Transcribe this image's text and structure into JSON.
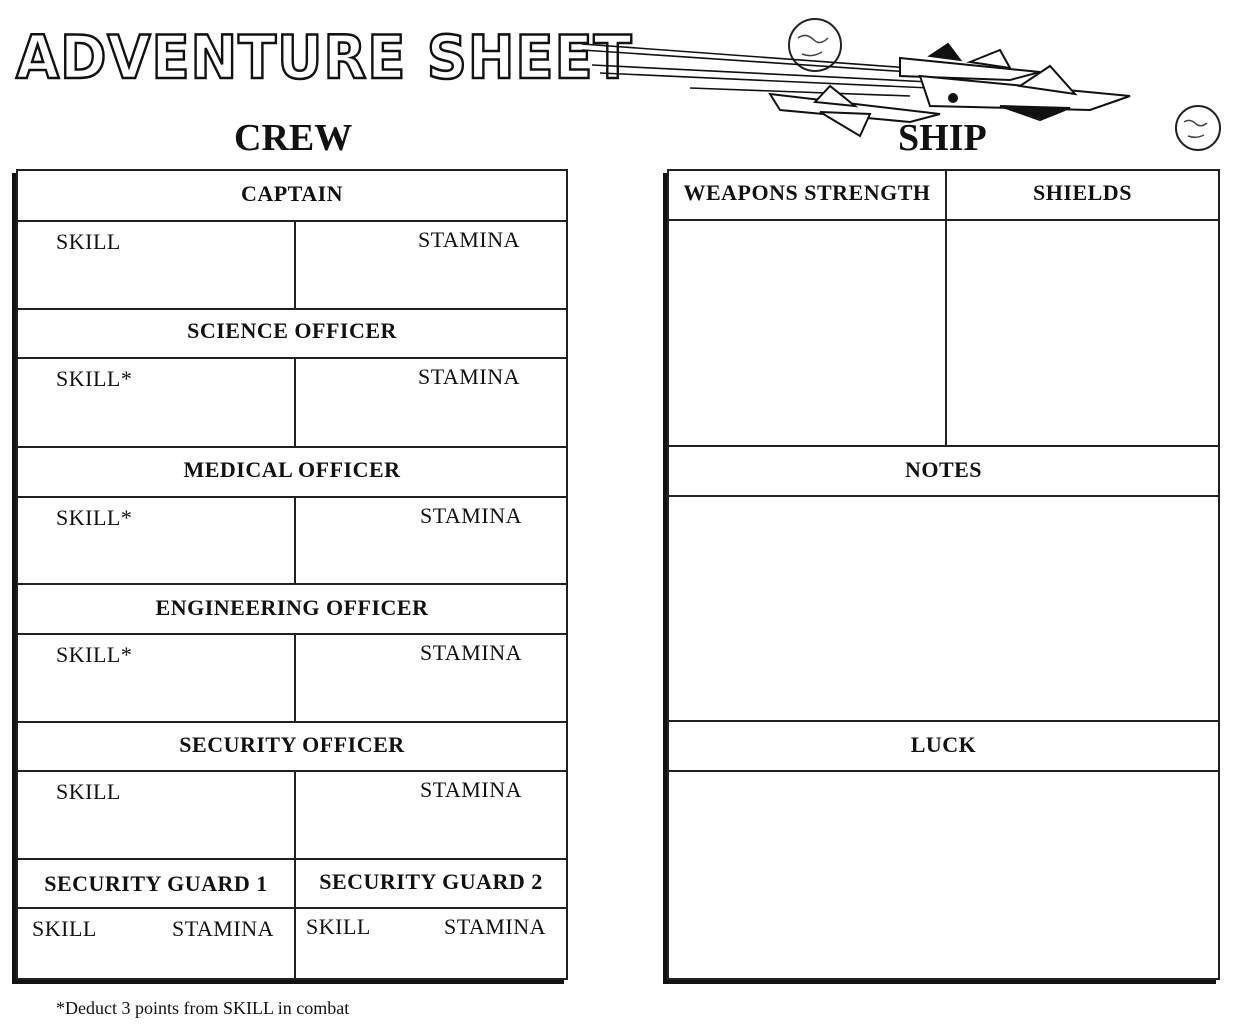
{
  "title": "ADVENTURE SHEET",
  "crew": {
    "heading": "CREW",
    "officers": [
      {
        "title": "CAPTAIN",
        "skill": "SKILL",
        "stamina": "STAMINA"
      },
      {
        "title": "SCIENCE OFFICER",
        "skill": "SKILL*",
        "stamina": "STAMINA"
      },
      {
        "title": "MEDICAL OFFICER",
        "skill": "SKILL*",
        "stamina": "STAMINA"
      },
      {
        "title": "ENGINEERING OFFICER",
        "skill": "SKILL*",
        "stamina": "STAMINA"
      },
      {
        "title": "SECURITY OFFICER",
        "skill": "SKILL",
        "stamina": "STAMINA"
      }
    ],
    "guards": [
      {
        "title": "SECURITY GUARD 1",
        "skill": "SKILL",
        "stamina": "STAMINA"
      },
      {
        "title": "SECURITY GUARD 2",
        "skill": "SKILL",
        "stamina": "STAMINA"
      }
    ]
  },
  "ship": {
    "heading": "SHIP",
    "weapons": "WEAPONS STRENGTH",
    "shields": "SHIELDS",
    "notes": "NOTES",
    "luck": "LUCK"
  },
  "footnote": "*Deduct 3 points from SKILL in combat",
  "colors": {
    "ink": "#111111",
    "paper": "#ffffff"
  }
}
